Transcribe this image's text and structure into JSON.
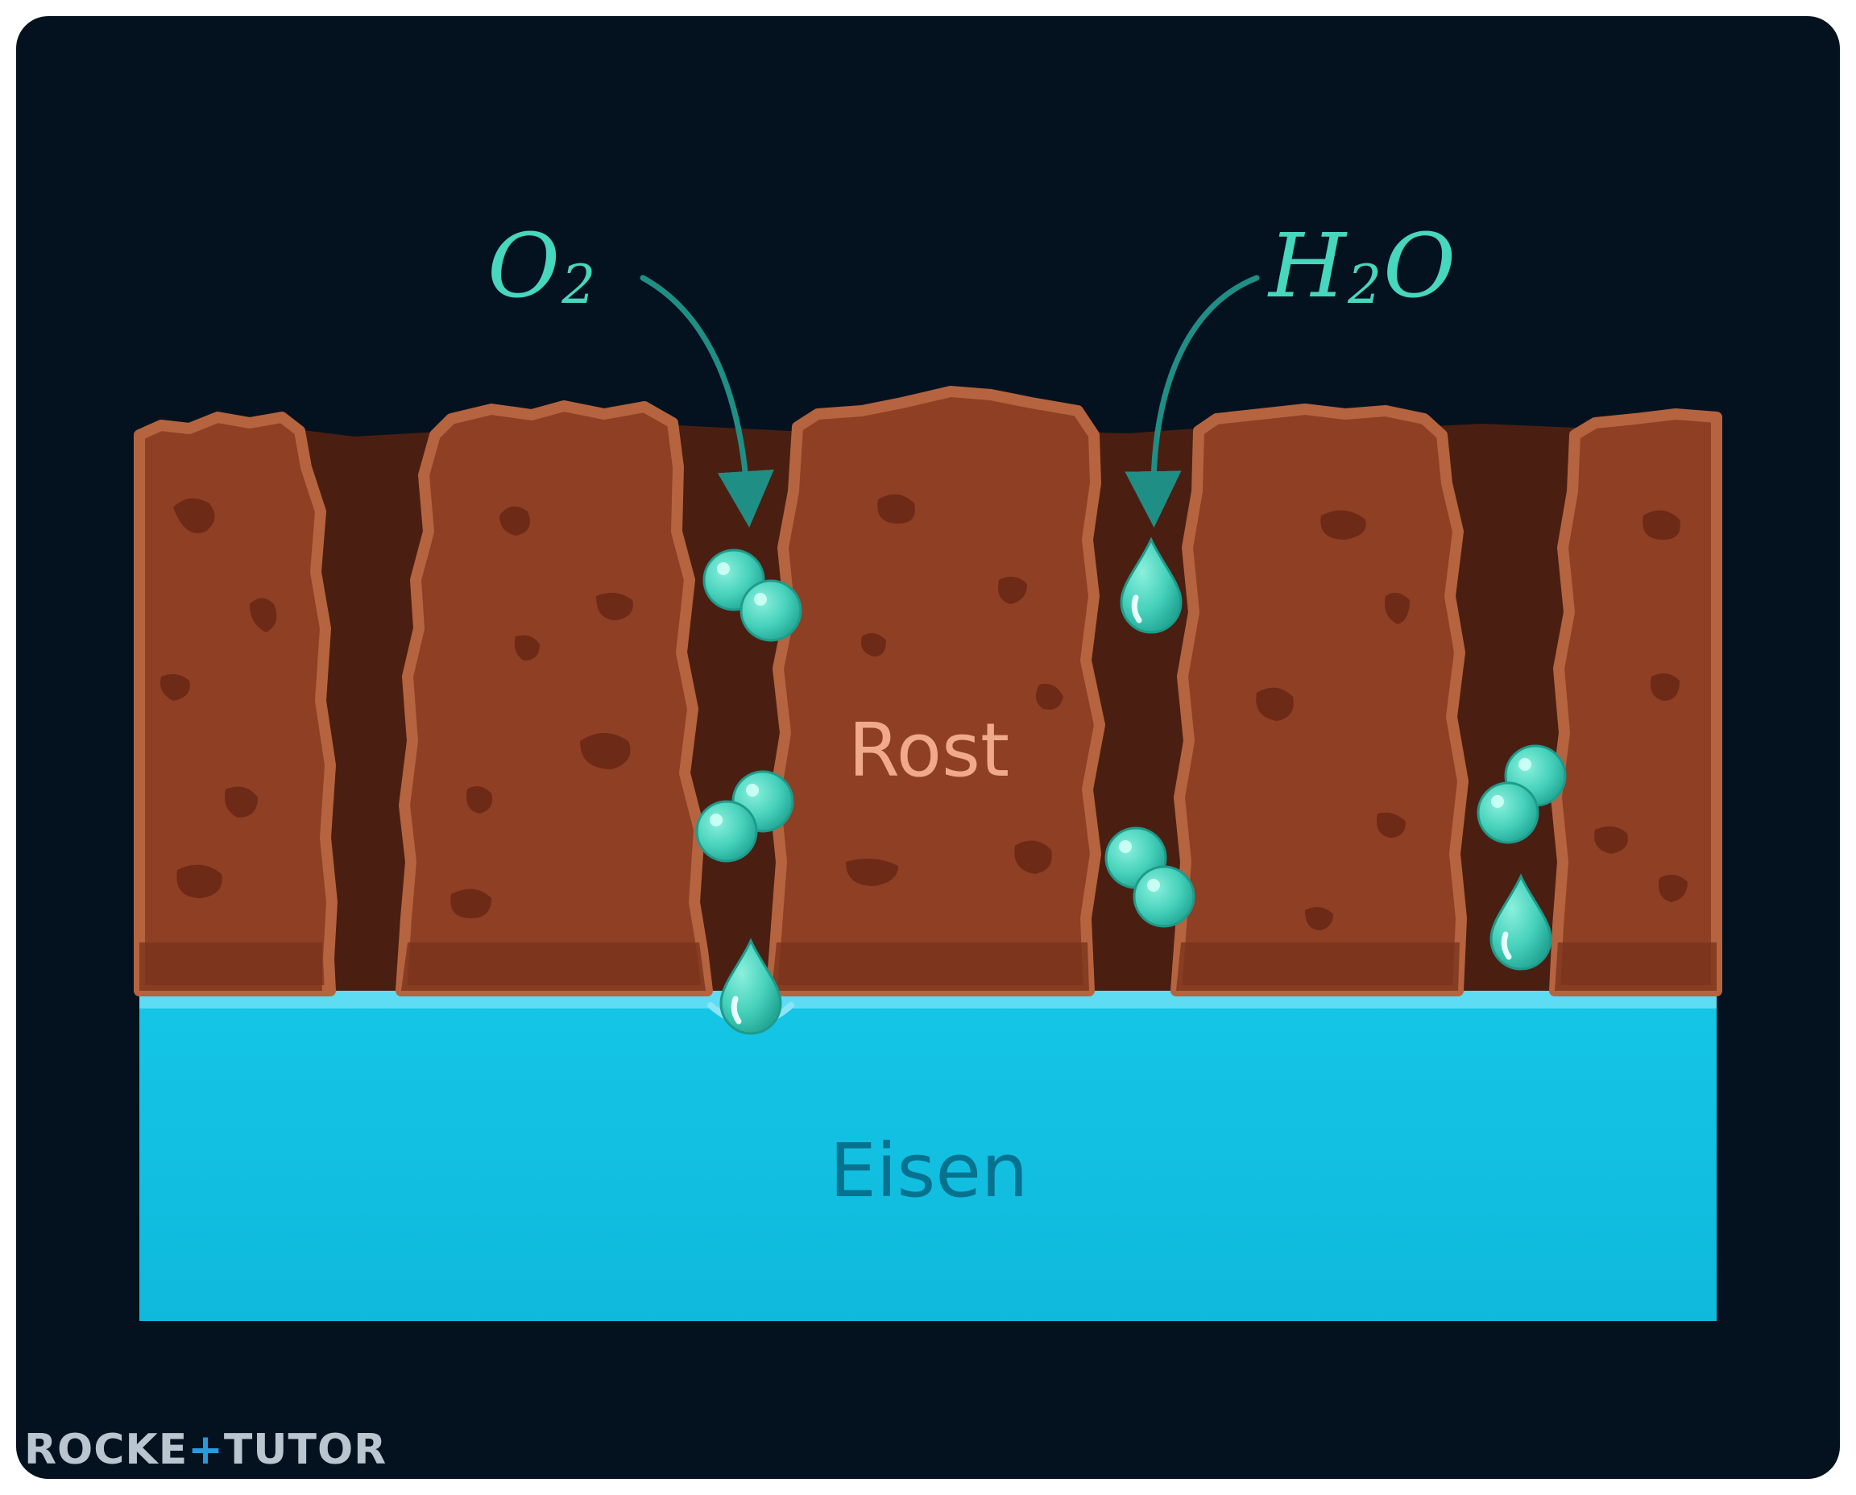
{
  "labels": {
    "oxygen": {
      "base": "O",
      "sub": "2"
    },
    "water": {
      "base1": "H",
      "sub": "2",
      "base2": "O"
    },
    "rust": "Rost",
    "iron": "Eisen"
  },
  "logo": {
    "left": "ROCKE",
    "plus": "+",
    "right": "TUTOR"
  },
  "colors": {
    "background": "#04121f",
    "rust_block": "#8e3f24",
    "rust_edge": "#b5643f",
    "rust_spots": "#6c2a17",
    "crack": "#4a1f12",
    "iron": "#12c3e3",
    "iron_surface": "#5ddcf3",
    "molecule": "#46d1bb",
    "arrow": "#1f8f86",
    "rust_label": "#f0a98a",
    "iron_label": "#06728f"
  }
}
